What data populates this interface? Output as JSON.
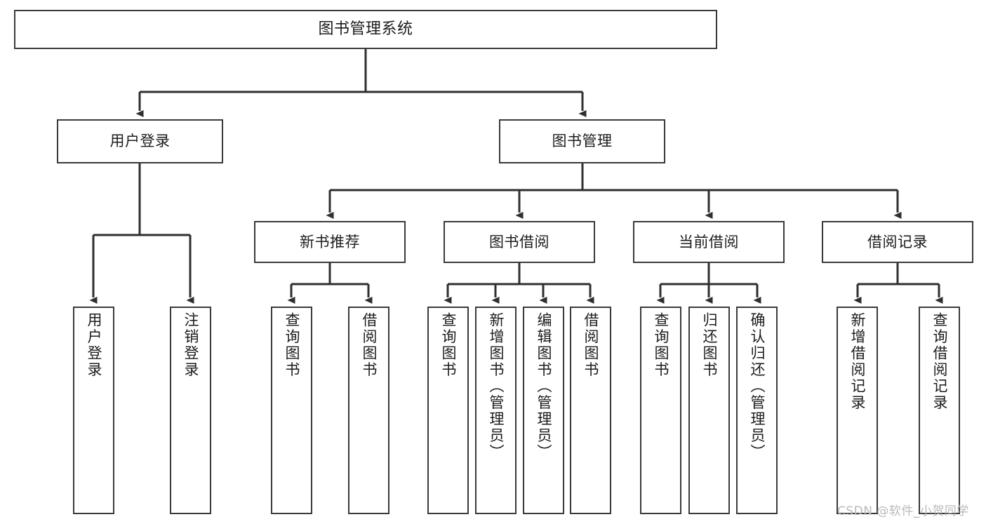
{
  "diagram": {
    "type": "tree",
    "title": "图书管理系统",
    "watermark": "CSDN @软件_小贺同学",
    "colors": {
      "box_border": "#3a3a3a",
      "box_fill": "#ffffff",
      "connector": "#2f2f2f",
      "text": "#1c1c1c",
      "watermark": "#b9b9b9"
    },
    "nodes": {
      "root": {
        "label": "图书管理系统"
      },
      "level2": [
        {
          "id": "user-login",
          "label": "用户登录"
        },
        {
          "id": "book-manage",
          "label": "图书管理"
        }
      ],
      "level3": [
        {
          "id": "new-book-recommend",
          "label": "新书推荐"
        },
        {
          "id": "book-borrow",
          "label": "图书借阅"
        },
        {
          "id": "current-borrow",
          "label": "当前借阅"
        },
        {
          "id": "borrow-record",
          "label": "借阅记录"
        }
      ],
      "leaves": {
        "user-login": [
          {
            "id": "leaf-user-login",
            "label": "用户登录"
          },
          {
            "id": "leaf-user-logout",
            "label": "注销登录"
          }
        ],
        "new-book-recommend": [
          {
            "id": "leaf-query-book-1",
            "label": "查询图书"
          },
          {
            "id": "leaf-borrow-book-1",
            "label": "借阅图书"
          }
        ],
        "book-borrow": [
          {
            "id": "leaf-query-book-2",
            "label": "查询图书"
          },
          {
            "id": "leaf-add-book",
            "label": "新增图书（管理员）"
          },
          {
            "id": "leaf-edit-book",
            "label": "编辑图书（管理员）"
          },
          {
            "id": "leaf-borrow-book-2",
            "label": "借阅图书"
          }
        ],
        "current-borrow": [
          {
            "id": "leaf-query-book-3",
            "label": "查询图书"
          },
          {
            "id": "leaf-return-book",
            "label": "归还图书"
          },
          {
            "id": "leaf-confirm-return",
            "label": "确认归还（管理员）"
          }
        ],
        "borrow-record": [
          {
            "id": "leaf-add-record",
            "label": "新增借阅记录"
          },
          {
            "id": "leaf-query-record",
            "label": "查询借阅记录"
          }
        ]
      }
    }
  }
}
